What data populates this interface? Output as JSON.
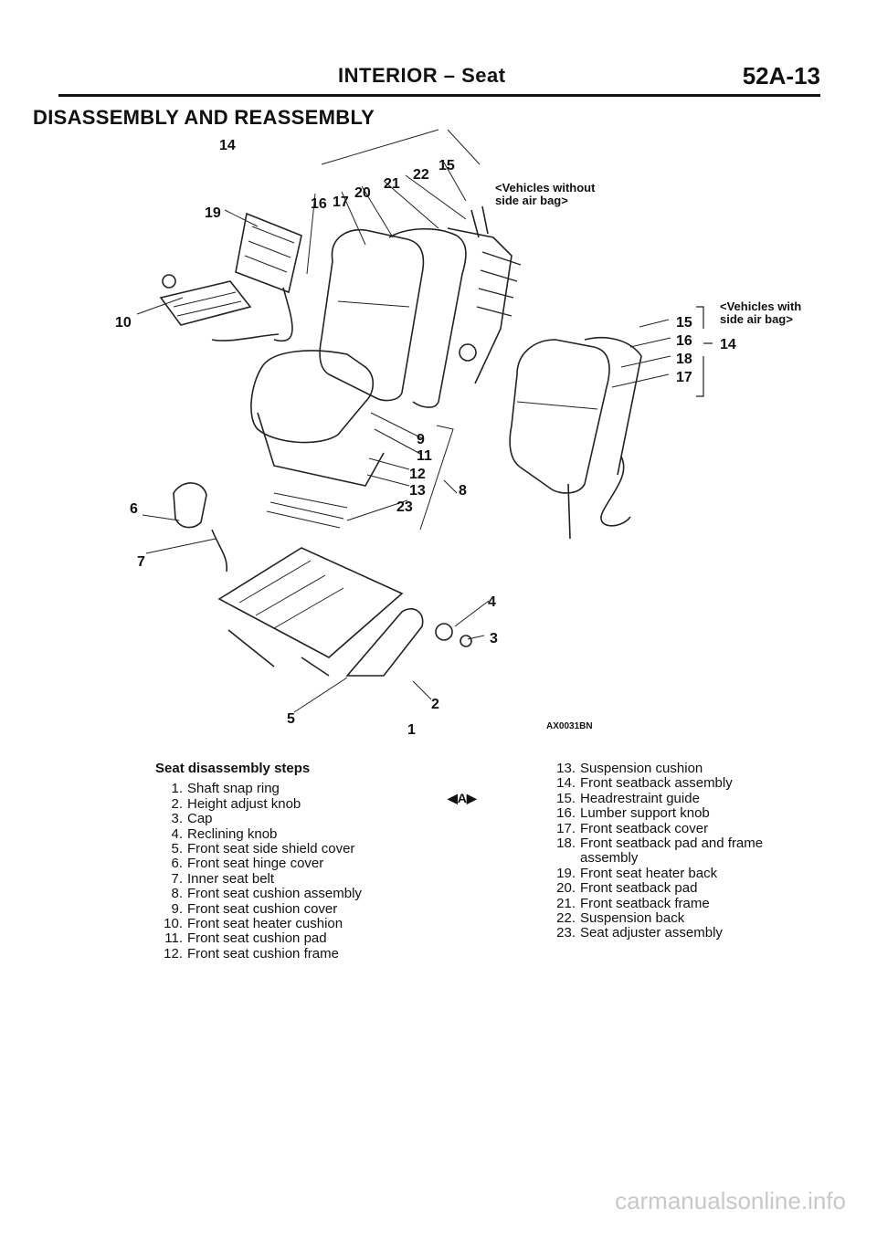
{
  "header": {
    "title": "INTERIOR – Seat",
    "page": "52A-13"
  },
  "section_title": "DISASSEMBLY AND REASSEMBLY",
  "diagram": {
    "note_without": "<Vehicles without side air bag>",
    "note_with": "<Vehicles with side air bag>",
    "figure_code": "AX0031BN",
    "callouts_main": [
      "14",
      "15",
      "22",
      "21",
      "20",
      "17",
      "16",
      "19",
      "10",
      "9",
      "11",
      "12",
      "13",
      "23",
      "8",
      "6",
      "7",
      "4",
      "3",
      "2",
      "5",
      "1"
    ],
    "callouts_side": [
      "15",
      "16",
      "18",
      "17",
      "14"
    ]
  },
  "steps": {
    "heading": "Seat disassembly steps",
    "marker": "◀A▶",
    "left": [
      {
        "num": "1.",
        "text": "Shaft snap ring"
      },
      {
        "num": "2.",
        "text": "Height adjust knob"
      },
      {
        "num": "3.",
        "text": "Cap"
      },
      {
        "num": "4.",
        "text": "Reclining knob"
      },
      {
        "num": "5.",
        "text": "Front seat side shield cover"
      },
      {
        "num": "6.",
        "text": "Front seat hinge cover"
      },
      {
        "num": "7.",
        "text": "Inner seat belt"
      },
      {
        "num": "8.",
        "text": "Front seat cushion assembly"
      },
      {
        "num": "9.",
        "text": "Front seat cushion cover"
      },
      {
        "num": "10.",
        "text": "Front seat heater cushion"
      },
      {
        "num": "11.",
        "text": "Front seat cushion pad"
      },
      {
        "num": "12.",
        "text": "Front seat cushion frame"
      }
    ],
    "right": [
      {
        "num": "13.",
        "text": "Suspension cushion"
      },
      {
        "num": "14.",
        "text": "Front seatback assembly"
      },
      {
        "num": "15.",
        "text": "Headrestraint guide"
      },
      {
        "num": "16.",
        "text": "Lumber support knob"
      },
      {
        "num": "17.",
        "text": "Front seatback cover"
      },
      {
        "num": "18.",
        "text": "Front seatback pad and frame assembly"
      },
      {
        "num": "19.",
        "text": "Front seat heater back"
      },
      {
        "num": "20.",
        "text": "Front seatback pad"
      },
      {
        "num": "21.",
        "text": "Front seatback frame"
      },
      {
        "num": "22.",
        "text": "Suspension back"
      },
      {
        "num": "23.",
        "text": "Seat adjuster assembly"
      }
    ]
  },
  "watermark": "carmanualsonline.info"
}
